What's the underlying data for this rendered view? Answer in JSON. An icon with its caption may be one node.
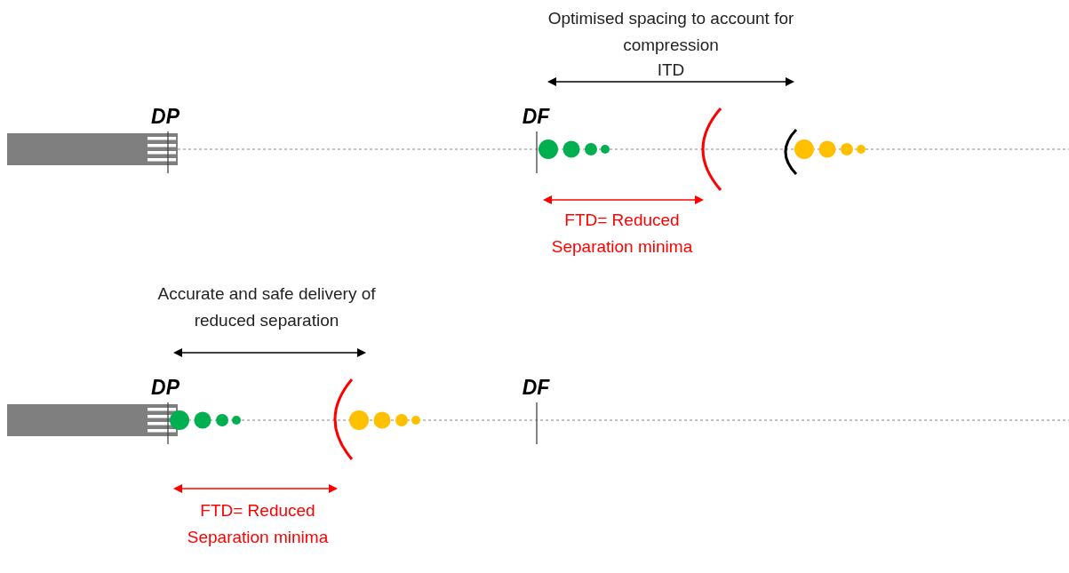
{
  "diagram": {
    "labels": [
      "Optimised spacing to account for compression",
      "ITD",
      "DP",
      "DF",
      "FTD= Reduced Separation minima",
      "Accurate and safe delivery of reduced separation",
      "DP",
      "DF",
      "FTD= Reduced Separation minima"
    ]
  }
}
